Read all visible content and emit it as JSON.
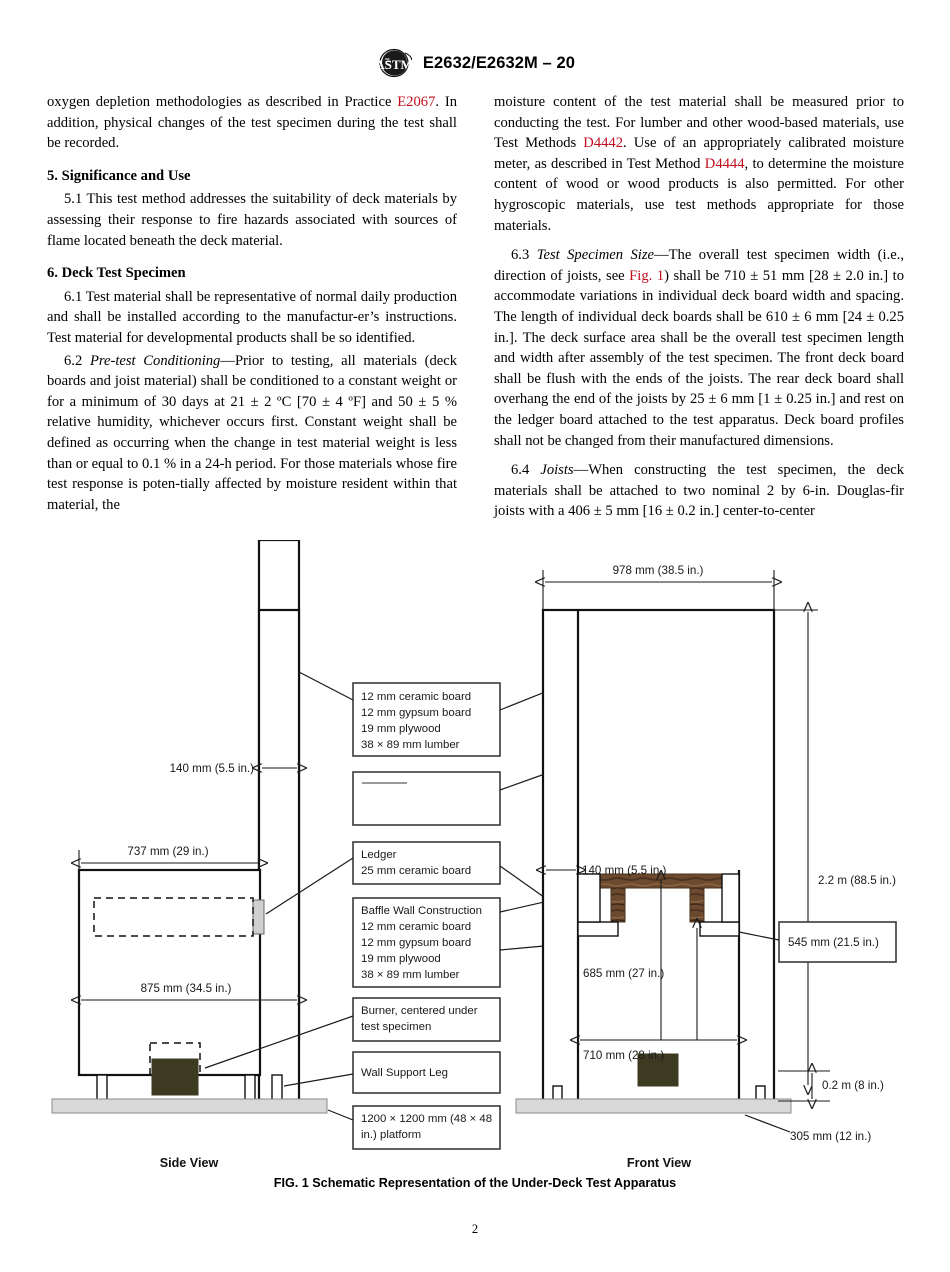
{
  "header": {
    "logo_icon": "astm-logo-icon",
    "title": "E2632/E2632M – 20"
  },
  "page_number": "2",
  "left_column": {
    "paragraphs": [
      {
        "id": "para-oxygen",
        "runs": [
          {
            "t": "oxygen depletion methodologies as described in Practice "
          },
          {
            "t": "E2067",
            "style": "xref"
          },
          {
            "t": ". In addition, physical changes of the test specimen during the test shall be recorded."
          }
        ]
      }
    ],
    "section5_heading": "5.  Significance and Use",
    "para_5_1": "5.1 This test method addresses the suitability of deck materials by assessing their response to fire hazards associated with sources of flame located beneath the deck material.",
    "section6_heading": "6.  Deck Test Specimen",
    "para_6_1": "6.1 Test material shall be representative of normal daily production and shall be installed according to the manufactur-er’s instructions. Test material for developmental products shall be so identified.",
    "para_6_2_label": "6.2 ",
    "para_6_2_italic": "Pre-test Conditioning",
    "para_6_2_text": "—Prior to testing, all materials (deck boards and joist material) shall be conditioned to a constant weight or for a minimum of 30 days at 21 ± 2 ºC [70 ± 4 ºF] and 50 ± 5 % relative humidity, whichever occurs first. Constant weight shall be defined as occurring when the change in test material weight is less than or equal to 0.1 % in a 24-h period. For those materials whose fire test response is poten-tially affected by moisture resident within that material, the"
  },
  "right_column": {
    "para_moisture_pre": "moisture content of the test material shall be measured prior to conducting the test. For lumber and other wood-based materials, use Test Methods ",
    "xref_d4442": "D4442",
    "para_moisture_mid": ". Use of an appropriately calibrated moisture meter, as described in Test Method ",
    "xref_d4444": "D4444",
    "para_moisture_post": ", to determine the moisture content of wood or wood products is also permitted. For other hygroscopic materials, use test methods appropriate for those materials.",
    "para_6_3_label": "6.3 ",
    "para_6_3_italic": "Test Specimen Size",
    "para_6_3_pre": "—The overall test specimen width (i.e., direction of joists, see ",
    "xref_fig1": "Fig. 1",
    "para_6_3_post": ") shall be 710 ± 51 mm [28 ± 2.0 in.] to accommodate variations in individual deck board width and spacing. The length of individual deck boards shall be 610 ± 6 mm [24 ± 0.25 in.]. The deck surface area shall be the overall test specimen length and width after assembly of the test specimen. The front deck board shall be flush with the ends of the joists. The rear deck board shall overhang the end of the joists by 25 ± 6 mm [1 ± 0.25 in.] and rest on the ledger board attached to the test apparatus. Deck board profiles shall not be changed from their manufactured dimensions.",
    "para_6_4_label": "6.4 ",
    "para_6_4_italic": "Joists",
    "para_6_4_text": "—When constructing the test specimen, the deck materials shall be attached to two nominal 2 by 6-in. Douglas-fir joists with a 406 ± 5 mm [16 ± 0.2 in.] center-to-center"
  },
  "figure": {
    "caption": "FIG. 1 Schematic Representation of the Under-Deck Test Apparatus",
    "side_view_label": "Side View",
    "front_view_label": "Front View",
    "callouts": [
      {
        "id": "callout-deck-assembly",
        "lines": [
          "12 mm ceramic board",
          "12 mm gypsum board",
          "19 mm plywood",
          "38 × 89 mm lumber"
        ]
      },
      {
        "id": "callout-blank",
        "lines": [
          ""
        ]
      },
      {
        "id": "callout-ledger",
        "lines": [
          "Ledger",
          "25 mm ceramic board"
        ]
      },
      {
        "id": "callout-baffle-wall",
        "lines": [
          "Baffle Wall Construction",
          "12 mm ceramic board",
          "12 mm gypsum board",
          "19 mm plywood",
          "38 × 89 mm lumber"
        ]
      },
      {
        "id": "callout-burner",
        "lines": [
          "Burner, centered under",
          "test specimen"
        ]
      },
      {
        "id": "callout-wall-support-leg",
        "lines": [
          "Wall Support Leg"
        ]
      },
      {
        "id": "callout-platform",
        "lines": [
          "1200 × 1200 mm (48 × 48",
          "in.) platform"
        ]
      }
    ],
    "dimensions": {
      "side_140": "140 mm (5.5 in.)",
      "side_737": "737 mm (29 in.)",
      "side_875": "875 mm (34.5 in.)",
      "front_978": "978 mm (38.5 in.)",
      "front_140": "140 mm (5.5 in.)",
      "front_685": "685 mm (27 in.)",
      "front_710": "710 mm (28 in.)",
      "front_2200": "2.2 m (88.5 in.)",
      "front_545": "545 mm (21.5 in.)",
      "front_200": "0.2 m (8 in.)",
      "front_305": "305 mm (12 in.)"
    }
  },
  "colors": {
    "xref": "#c00d1e",
    "ink": "#111111",
    "platform_gray": "#d9d9d9",
    "burner_olive": "#3d3a22",
    "deck_brown": "#6b4a2f"
  }
}
